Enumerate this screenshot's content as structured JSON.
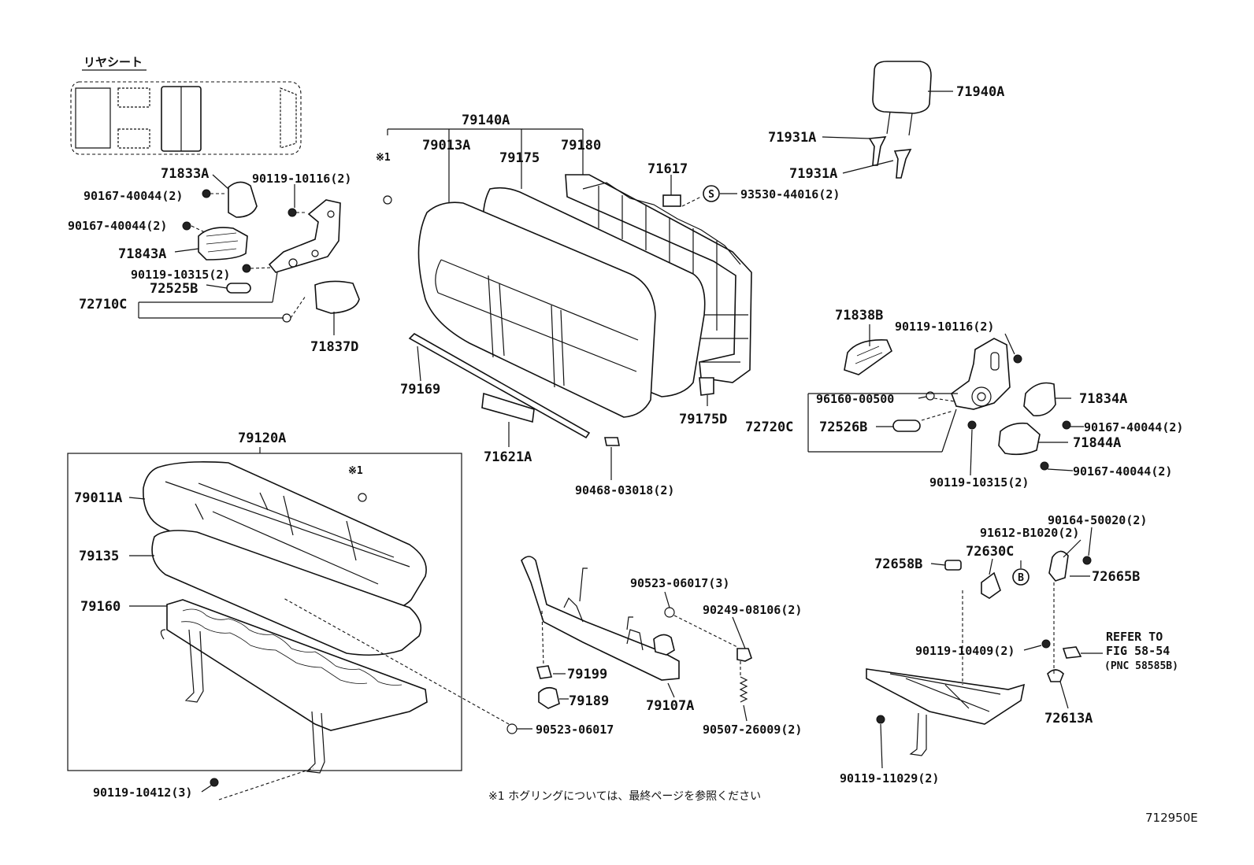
{
  "header": {
    "locator_title": "リヤシート"
  },
  "footnote": "※1  ホグリングについては、最終ページを参照ください",
  "illustration_code": "712950E",
  "markers": {
    "ref_mark": "※1",
    "s_mark": "S",
    "b_mark": "B"
  },
  "labels": {
    "p71940A": "71940A",
    "p71931A_1": "71931A",
    "p71931A_2": "71931A",
    "p79140A": "79140A",
    "p79013A": "79013A",
    "p79175": "79175",
    "p79180": "79180",
    "p71617": "71617",
    "p93530": "93530-44016(2)",
    "p71833A": "71833A",
    "p90119_10116_l": "90119-10116(2)",
    "p90167_40044_l1": "90167-40044(2)",
    "p90167_40044_l2": "90167-40044(2)",
    "p71843A": "71843A",
    "p90119_10315_l": "90119-10315(2)",
    "p72525B": "72525B",
    "p72710C": "72710C",
    "p71837D": "71837D",
    "p79169": "79169",
    "p71621A": "71621A",
    "p90468": "90468-03018(2)",
    "p79175D": "79175D",
    "p71838B": "71838B",
    "p90119_10116_r": "90119-10116(2)",
    "p96160": "96160-00500",
    "p71834A": "71834A",
    "p72720C": "72720C",
    "p72526B": "72526B",
    "p90167_40044_r1": "90167-40044(2)",
    "p71844A": "71844A",
    "p90167_40044_r2": "90167-40044(2)",
    "p90119_10315_r": "90119-10315(2)",
    "p79120A": "79120A",
    "p79011A": "79011A",
    "p79135": "79135",
    "p79160": "79160",
    "p90119_10412": "90119-10412(3)",
    "p90523_06017_3": "90523-06017(3)",
    "p90249": "90249-08106(2)",
    "p79199": "79199",
    "p79189": "79189",
    "p79107A": "79107A",
    "p90523_06017": "90523-06017",
    "p90507": "90507-26009(2)",
    "p90164": "90164-50020(2)",
    "p91612": "91612-B1020(2)",
    "p72630C": "72630C",
    "p72658B": "72658B",
    "p72665B": "72665B",
    "p90119_10409": "90119-10409(2)",
    "p72613A": "72613A",
    "p90119_11029": "90119-11029(2)",
    "refer_line1": "REFER TO",
    "refer_line2": "FIG 58-54",
    "refer_line3": "(PNC 58585B)"
  }
}
